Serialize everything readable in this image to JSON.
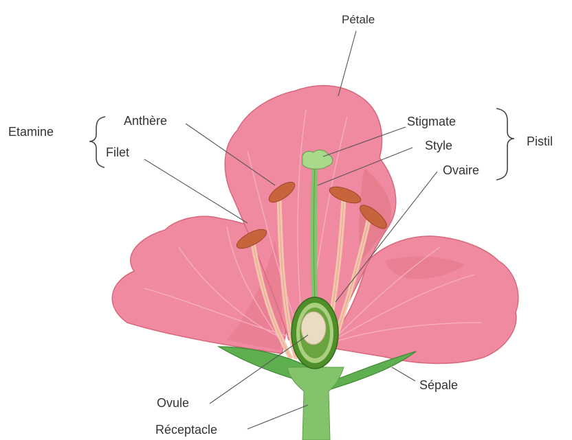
{
  "labels": {
    "petale": "Pétale",
    "etamine": "Etamine",
    "anthere": "Anthère",
    "filet": "Filet",
    "stigmate": "Stigmate",
    "style": "Style",
    "ovaire": "Ovaire",
    "pistil": "Pistil",
    "sepale": "Sépale",
    "ovule": "Ovule",
    "receptacle": "Réceptacle"
  },
  "colors": {
    "petal": "#f08aa0",
    "petal_dark": "#e07484",
    "petal_vein": "#f7b3c2",
    "filament": "#f4c6ae",
    "anther": "#c7643c",
    "stem": "#82c36b",
    "sepal": "#5fae50",
    "ovary_outer": "#4f8f2a",
    "ovary_inner": "#a9cf7f",
    "ovule": "#e9dcc2"
  }
}
